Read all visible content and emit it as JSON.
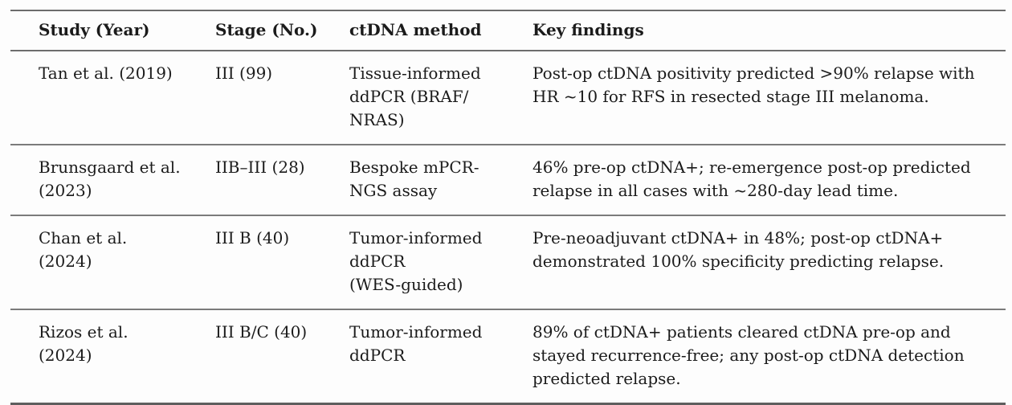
{
  "table": {
    "headers": {
      "study": "Study (Year)",
      "stage": "Stage (No.)",
      "method": "ctDNA method",
      "findings": "Key findings"
    },
    "rows": [
      {
        "study": "Tan et al. (2019)",
        "stage": "III (99)",
        "method": "Tissue-informed\nddPCR (BRAF/\nNRAS)",
        "findings": "Post-op ctDNA positivity predicted >90% relapse with\nHR ~10 for RFS in resected stage III melanoma."
      },
      {
        "study": "Brunsgaard et al.\n(2023)",
        "stage": "IIB–III (28)",
        "method": "Bespoke mPCR-\nNGS assay",
        "findings": "46% pre-op ctDNA+; re-emergence post-op predicted\nrelapse in all cases with ~280-day lead time."
      },
      {
        "study": "Chan et al.\n(2024)",
        "stage": "III B (40)",
        "method": "Tumor-informed\nddPCR\n(WES-guided)",
        "findings": "Pre-neoadjuvant ctDNA+ in 48%; post-op ctDNA+\ndemonstrated 100% specificity predicting relapse."
      },
      {
        "study": "Rizos et al.\n(2024)",
        "stage": "III B/C (40)",
        "method": "Tumor-informed\nddPCR",
        "findings": "89% of ctDNA+ patients cleared ctDNA pre-op and\nstayed recurrence-free; any post-op ctDNA detection\npredicted relapse."
      }
    ]
  }
}
